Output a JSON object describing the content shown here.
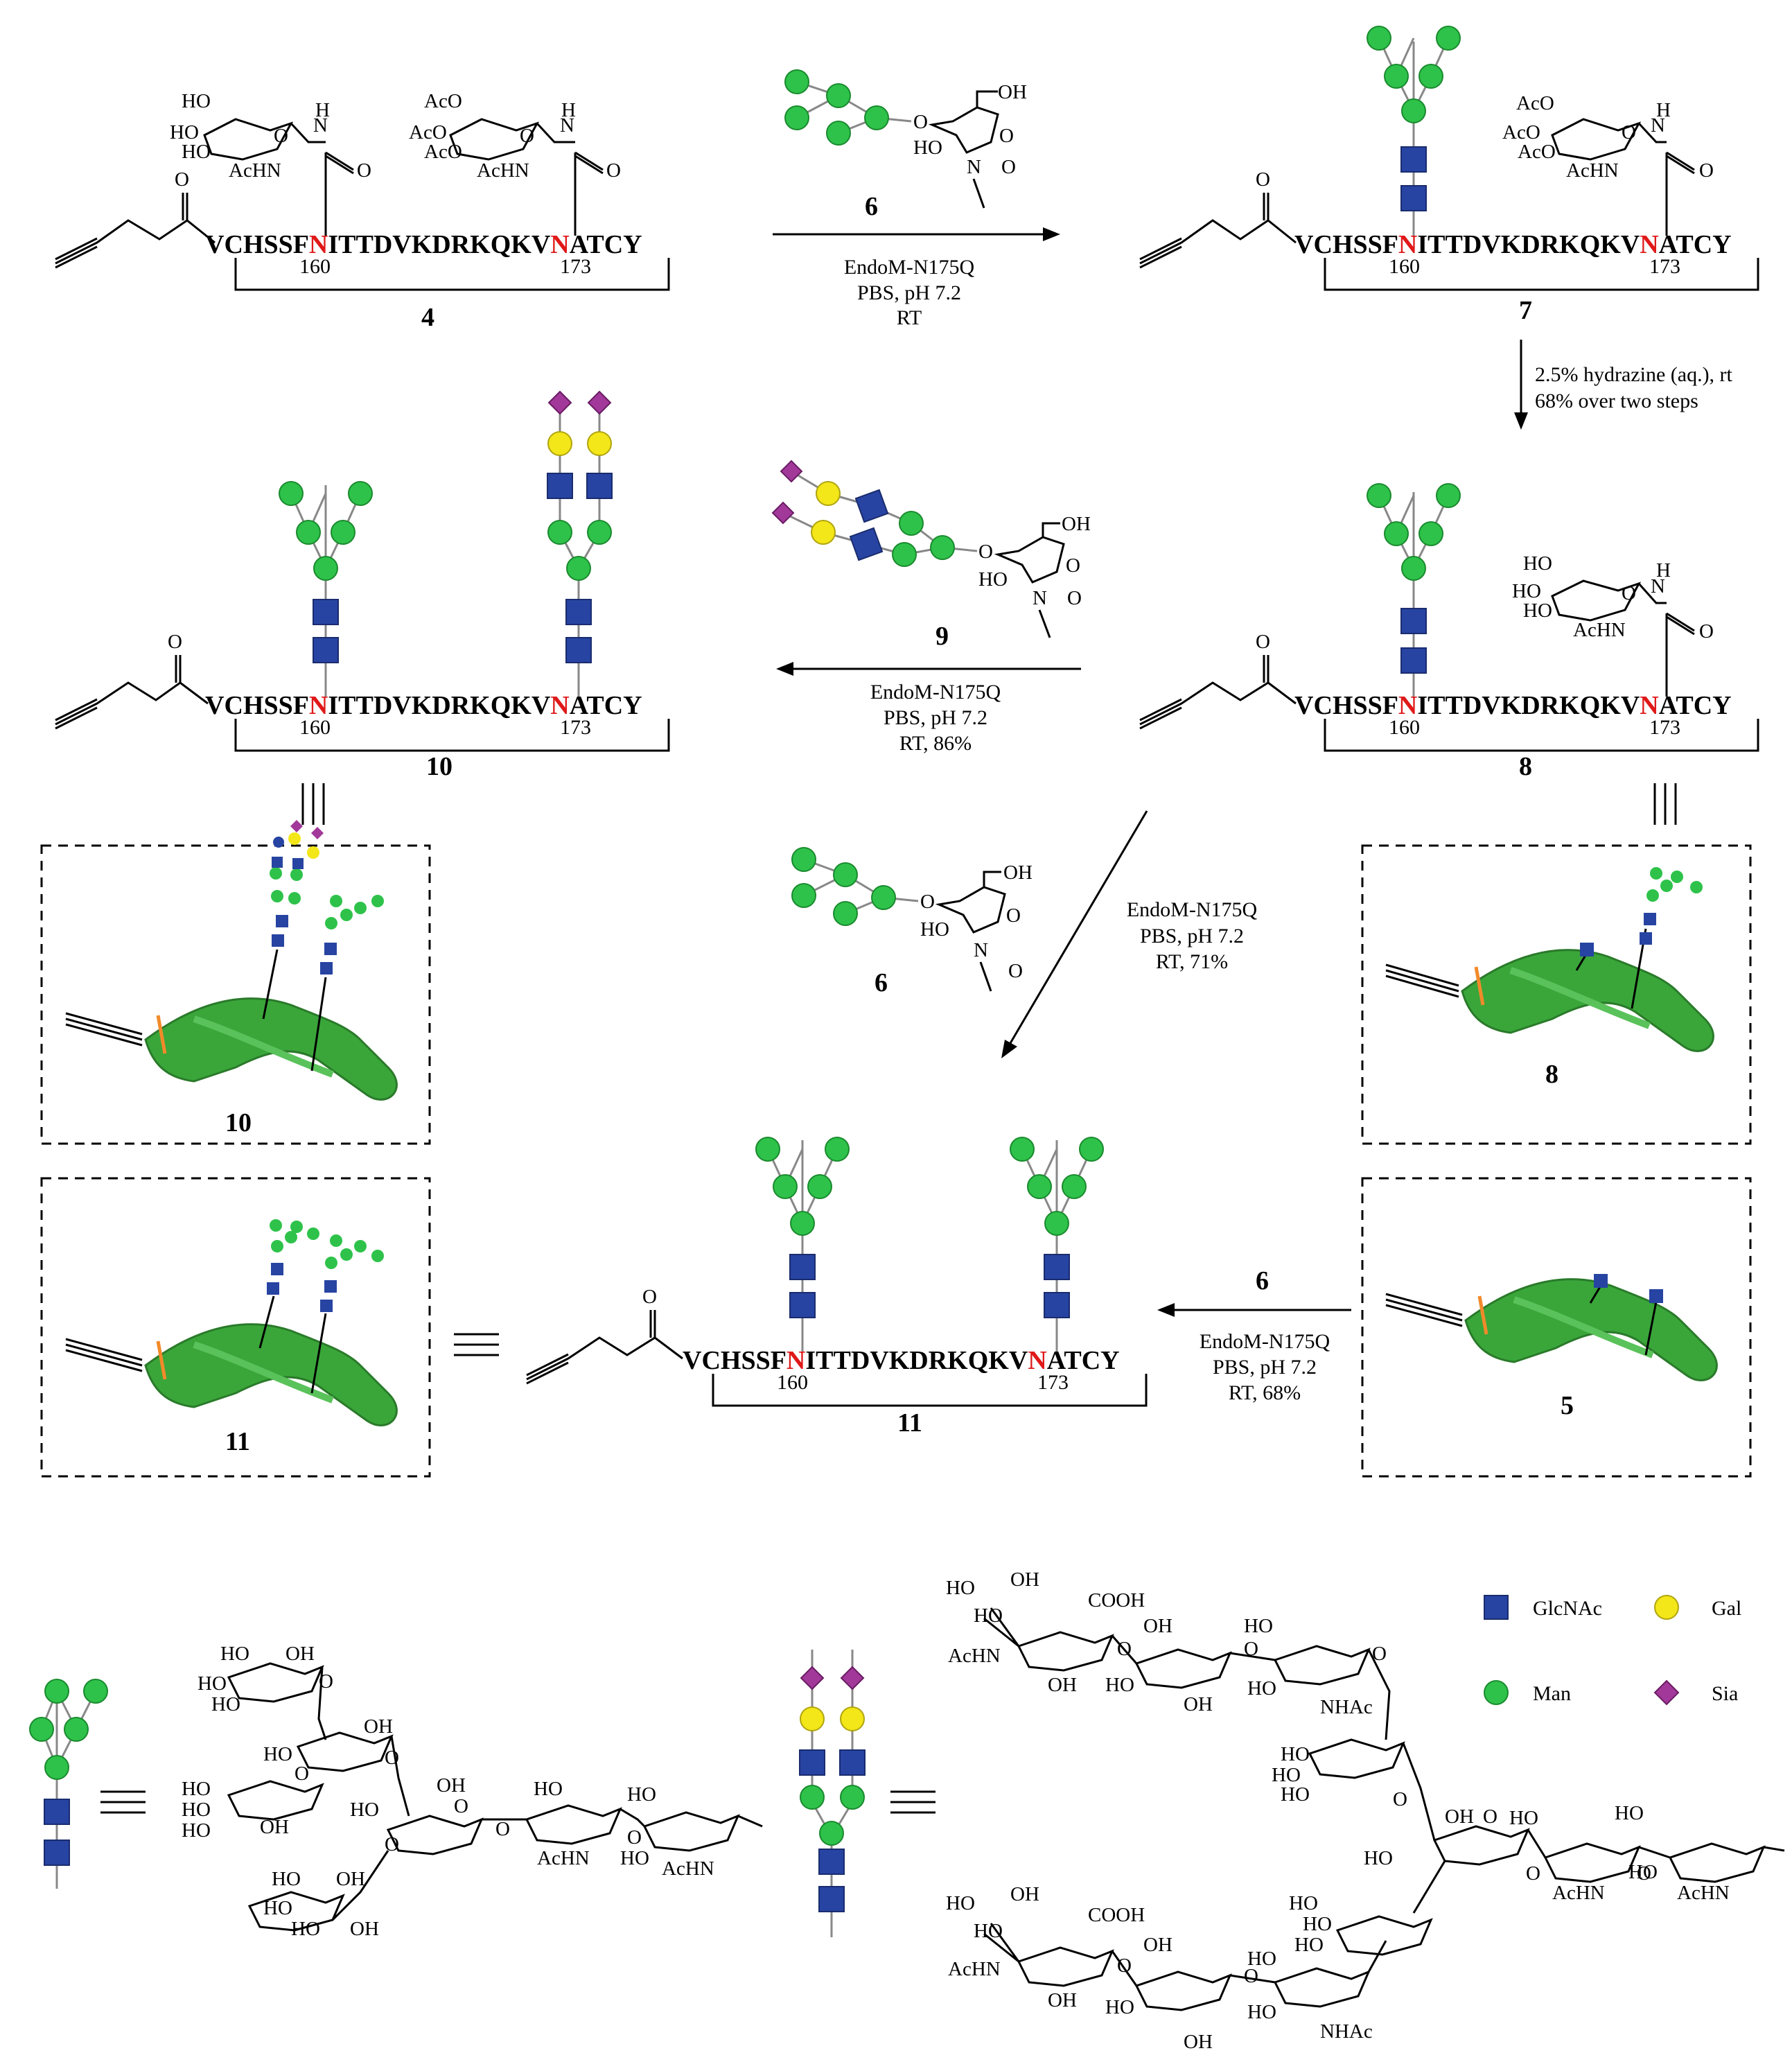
{
  "colors": {
    "glcnac": "#2744a2",
    "gal": "#f3e619",
    "man": "#2ec24a",
    "sia": "#a2389a",
    "asn": "#e01919",
    "protein": "#3aa63a",
    "disulfide": "#f28a2a"
  },
  "peptide": {
    "prefix": "VCHSSF",
    "site1": "N",
    "middle": "ITTDVKDRKQKV",
    "site2": "N",
    "suffix": "ATCY",
    "pos1": "160",
    "pos2": "173"
  },
  "labels": {
    "c4": "4",
    "c7": "7",
    "c8": "8",
    "c10": "10",
    "c11": "11",
    "c6a": "6",
    "c6b": "6",
    "c6c": "6",
    "c9": "9",
    "box10": "10",
    "box11": "11",
    "box8": "8",
    "box5": "5"
  },
  "reactions": {
    "r1": {
      "line1": "EndoM-N175Q",
      "line2": "PBS, pH 7.2",
      "line3": "RT"
    },
    "r2": {
      "line1": "2.5% hydrazine (aq.), rt",
      "line2": "68% over two steps"
    },
    "r3": {
      "line1": "EndoM-N175Q",
      "line2": "PBS, pH 7.2",
      "line3": "RT, 86%"
    },
    "r4": {
      "line1": "EndoM-N175Q",
      "line2": "PBS, pH 7.2",
      "line3": "RT, 71%"
    },
    "r5": {
      "line1": "EndoM-N175Q",
      "line2": "PBS, pH 7.2",
      "line3": "RT, 68%"
    }
  },
  "chem": {
    "ho": "HO",
    "oh": "OH",
    "aco": "AcO",
    "achn": "AcHN",
    "nhac": "NHAc",
    "h": "H",
    "n": "N",
    "o": "O",
    "cooh": "COOH"
  },
  "legend": {
    "glcnac": "GlcNAc",
    "gal": "Gal",
    "man": "Man",
    "sia": "Sia"
  }
}
